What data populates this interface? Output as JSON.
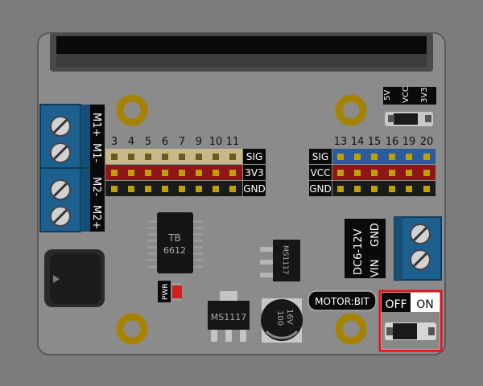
{
  "board": {
    "motor_terminals": [
      "M1+",
      "M1-",
      "M2-",
      "M2+"
    ],
    "left_header": {
      "pins": [
        "3",
        "4",
        "5",
        "6",
        "7",
        "9",
        "10",
        "11"
      ],
      "rows": [
        "SIG",
        "3V3",
        "GND"
      ]
    },
    "right_header": {
      "pins": [
        "13",
        "14",
        "15",
        "16",
        "19",
        "20"
      ],
      "rows": [
        "SIG",
        "VCC",
        "GND"
      ]
    },
    "voltage_select": [
      "5V",
      "VCC",
      "3V3"
    ],
    "chip": {
      "line1": "TB",
      "line2": "6612"
    },
    "regulator": "MS1117",
    "regulator_small": "MS1117",
    "pwr_led": "PWR",
    "capacitor": {
      "line1": "100",
      "line2": "16V"
    },
    "power_input": {
      "range": "DC6-12V",
      "vin": "VIN",
      "gnd": "GND"
    },
    "brand": "MOTOR:BIT",
    "switch": {
      "off": "OFF",
      "on": "ON"
    }
  },
  "colors": {
    "highlight": "#e0141c",
    "terminal": "#1d5f8e",
    "pad": "#c7a200",
    "sig_row": "#c8b98a",
    "pwr_row": "#8f1616",
    "blue_row": "#2b5d9e"
  }
}
